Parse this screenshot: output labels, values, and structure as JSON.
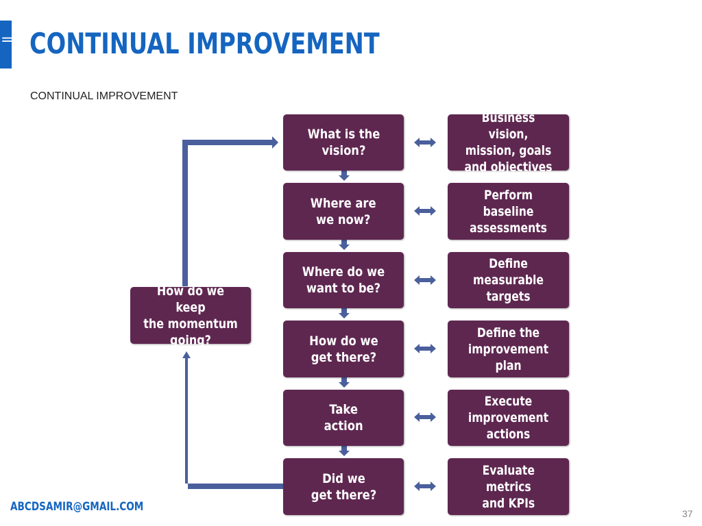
{
  "slide": {
    "title": "CONTINUAL IMPROVEMENT",
    "subtitle": "CONTINUAL IMPROVEMENT",
    "footer_email": "ABCDSAMIR@GMAIL.COM",
    "page_number": "37",
    "menu_glyph": "="
  },
  "colors": {
    "accent": "#1565c0",
    "box_fill": "#5e2750",
    "box_text": "#ffffff",
    "arrow_fill": "#4a5f9c"
  },
  "diagram": {
    "questions": [
      "What is the\nvision?",
      "Where are\nwe now?",
      "Where do we\nwant to be?",
      "How do we\nget there?",
      "Take\naction",
      "Did we\nget there?"
    ],
    "answers": [
      "Business vision,\nmission, goals\nand objectives",
      "Perform baseline\nassessments",
      "Define measurable\ntargets",
      "Define the\nimprovement plan",
      "Execute\nimprovement\nactions",
      "Evaluate\nmetrics\nand KPIs"
    ],
    "feedback": "How do we keep\nthe momentum\ngoing?",
    "icons": [
      "menu-icon",
      "double-headed-arrow-icon",
      "down-arrow-icon",
      "loop-arrow-icon"
    ]
  }
}
